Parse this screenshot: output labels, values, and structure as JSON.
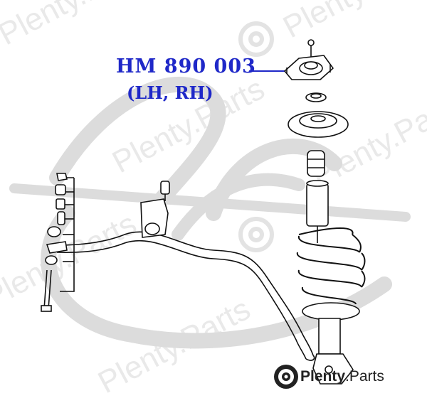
{
  "part": {
    "number": "HM 890 003",
    "sides": "(LH, RH)"
  },
  "brand": {
    "name_bold": "Plenty",
    "name_rest": ".Parts",
    "watermark": "Plenty.Parts"
  },
  "colors": {
    "label": "#1f28c8",
    "drawing": "#111111",
    "watermark": "#dcdcdc"
  },
  "icons": {
    "brand_logo": "brake-disc-icon"
  }
}
